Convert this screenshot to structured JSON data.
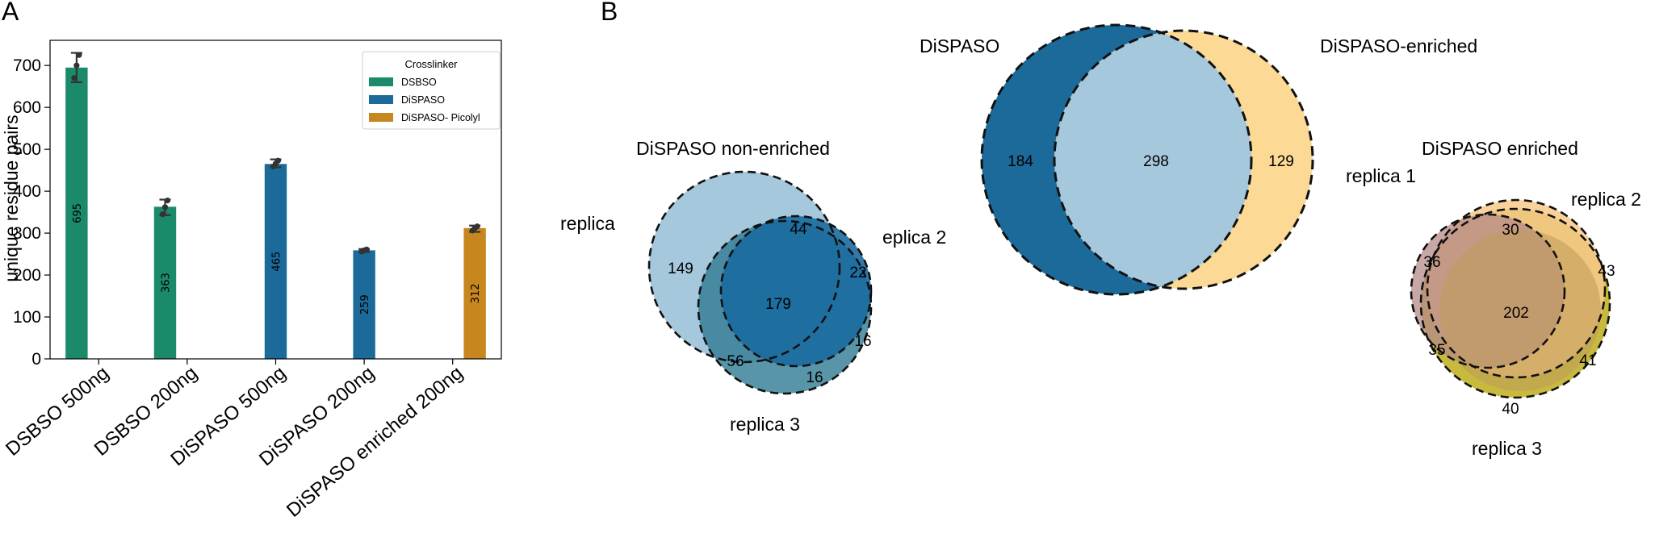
{
  "panel_a": {
    "letter": "A"
  },
  "panel_b": {
    "letter": "B"
  },
  "chart_data": [
    {
      "type": "bar",
      "ylabel": "unique residue pairs",
      "xlabel": "",
      "ylim": [
        0,
        760
      ],
      "yticks": [
        0,
        100,
        200,
        300,
        400,
        500,
        600,
        700
      ],
      "categories": [
        "DSBSO 500ng",
        "DSBSO 200ng",
        "DiSPASO 500ng",
        "DiSPASO 200ng",
        "DiSPASO enriched 200ng"
      ],
      "legend": {
        "title": "Crosslinker",
        "position": "top-right"
      },
      "grid": false,
      "series": [
        {
          "name": "DSBSO",
          "color": "#1b8a6b",
          "values": [
            695,
            363,
            null,
            null,
            null
          ],
          "labels": [
            "695",
            "363",
            "",
            "",
            ""
          ]
        },
        {
          "name": "DiSPASO",
          "color": "#1b6a9a",
          "values": [
            null,
            null,
            465,
            259,
            null
          ],
          "labels": [
            "",
            "",
            "465",
            "259",
            ""
          ]
        },
        {
          "name": "DiSPASO- Picolyl",
          "color": "#c8861e",
          "values": [
            null,
            null,
            null,
            null,
            312
          ],
          "labels": [
            "",
            "",
            "",
            "",
            "312"
          ]
        }
      ],
      "error_bars": [
        [
          660,
          730
        ],
        [
          343,
          380
        ],
        [
          457,
          476
        ],
        [
          255,
          262
        ],
        [
          303,
          318
        ]
      ],
      "replicate_points": [
        [
          670,
          700,
          725
        ],
        [
          345,
          362,
          378
        ],
        [
          459,
          466,
          473
        ],
        [
          256,
          259,
          261
        ],
        [
          306,
          312,
          316
        ]
      ]
    }
  ],
  "venn_nonenriched": {
    "title": "DiSPASO non-enriched",
    "set_labels": [
      "replica",
      "eplica 2",
      "replica 3"
    ],
    "counts": {
      "only1": "149",
      "only2": "22",
      "only3": "16",
      "s12": "44",
      "s13": "56",
      "s23": "16",
      "all": "179"
    }
  },
  "venn_pair": {
    "set_labels": [
      "DiSPASO",
      "DiSPASO-enriched"
    ],
    "counts": {
      "left": "184",
      "both": "298",
      "right": "129"
    },
    "colors": [
      "#1b6a9a",
      "#fcd995"
    ]
  },
  "venn_enriched": {
    "title": "DiSPASO enriched",
    "set_labels": [
      "replica 1",
      "replica 2",
      "replica 3"
    ],
    "counts": {
      "only1": "36",
      "only2": "43",
      "only3": "40",
      "s12": "30",
      "s13": "35",
      "s23": "41",
      "all": "202"
    }
  }
}
